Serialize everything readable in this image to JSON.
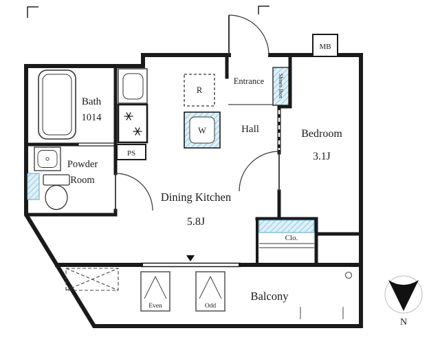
{
  "rooms": {
    "bath": {
      "name": "Bath",
      "size": "1014"
    },
    "powder_room": {
      "name_line1": "Powder",
      "name_line2": "Room"
    },
    "dining_kitchen": {
      "name": "Dining Kitchen",
      "size": "5.8J"
    },
    "hall": {
      "name": "Hall"
    },
    "entrance": {
      "name": "Entrance"
    },
    "bedroom": {
      "name": "Bedroom",
      "size": "3.1J"
    },
    "balcony": {
      "name": "Balcony"
    }
  },
  "features": {
    "meter_box": "MB",
    "pipe_space": "PS",
    "shoes_box": "Shoes Box",
    "refrigerator_space": "R",
    "washer_space": "W",
    "closet": "Clo.",
    "balcony_unit_even": "Even",
    "balcony_unit_odd": "Odd"
  },
  "compass": {
    "north_label": "N"
  },
  "colors": {
    "wall": "#1a1a1a",
    "hatch_fill": "#dff0f8",
    "hatch_line": "#79bedc",
    "text": "#1a1a1a",
    "north_arrow": "#111111"
  }
}
